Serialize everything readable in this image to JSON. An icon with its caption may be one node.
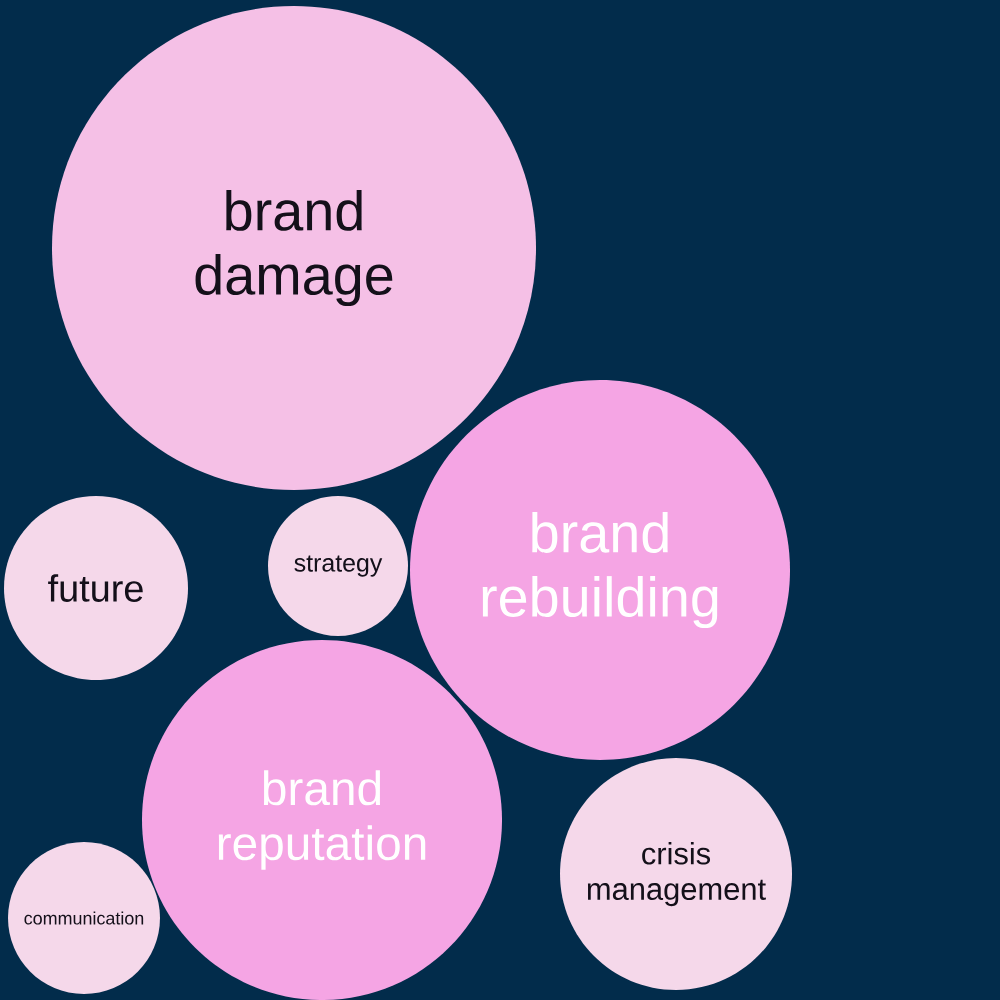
{
  "diagram": {
    "nodes": [
      {
        "text": [
          "brand damage"
        ]
      },
      {
        "text": [
          "future"
        ]
      },
      {
        "text": [
          "strategy"
        ]
      },
      {
        "text": [
          "brand rebuilding"
        ]
      },
      {
        "text": [
          "brand reputation"
        ]
      },
      {
        "text": [
          "crisis management"
        ]
      },
      {
        "text": [
          "communication"
        ]
      }
    ]
  }
}
